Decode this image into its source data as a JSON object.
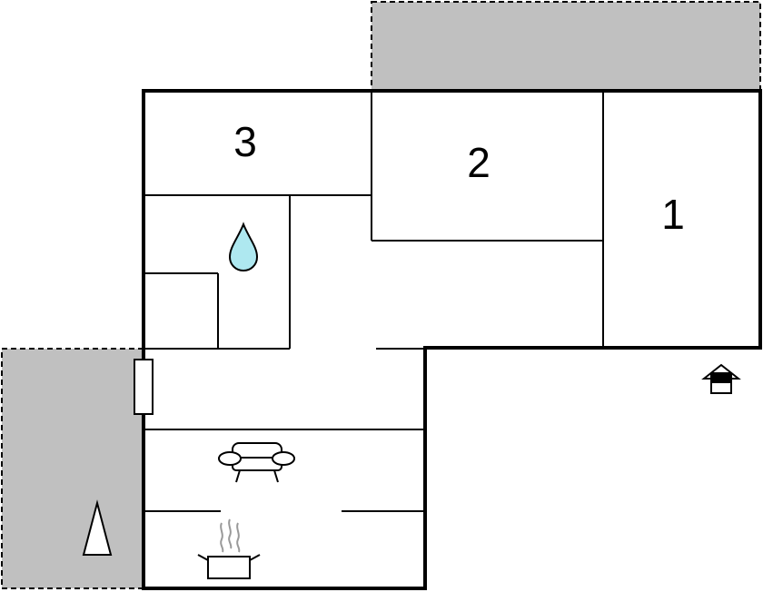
{
  "floorplan": {
    "rooms": [
      {
        "id": "bedroom-1",
        "number": "1"
      },
      {
        "id": "bedroom-2",
        "number": "2"
      },
      {
        "id": "bedroom-3",
        "number": "3"
      }
    ],
    "icons": {
      "bathroom": "water-drop-icon",
      "living_room": "sofa-icon",
      "kitchen": "cooking-pot-icon",
      "entrance": "house-entrance-icon",
      "garden": "tree-icon"
    },
    "colors": {
      "outdoor_area": "#c0c0c0",
      "water_drop": "#aee8f0",
      "walls": "#000000",
      "background": "#ffffff"
    }
  }
}
